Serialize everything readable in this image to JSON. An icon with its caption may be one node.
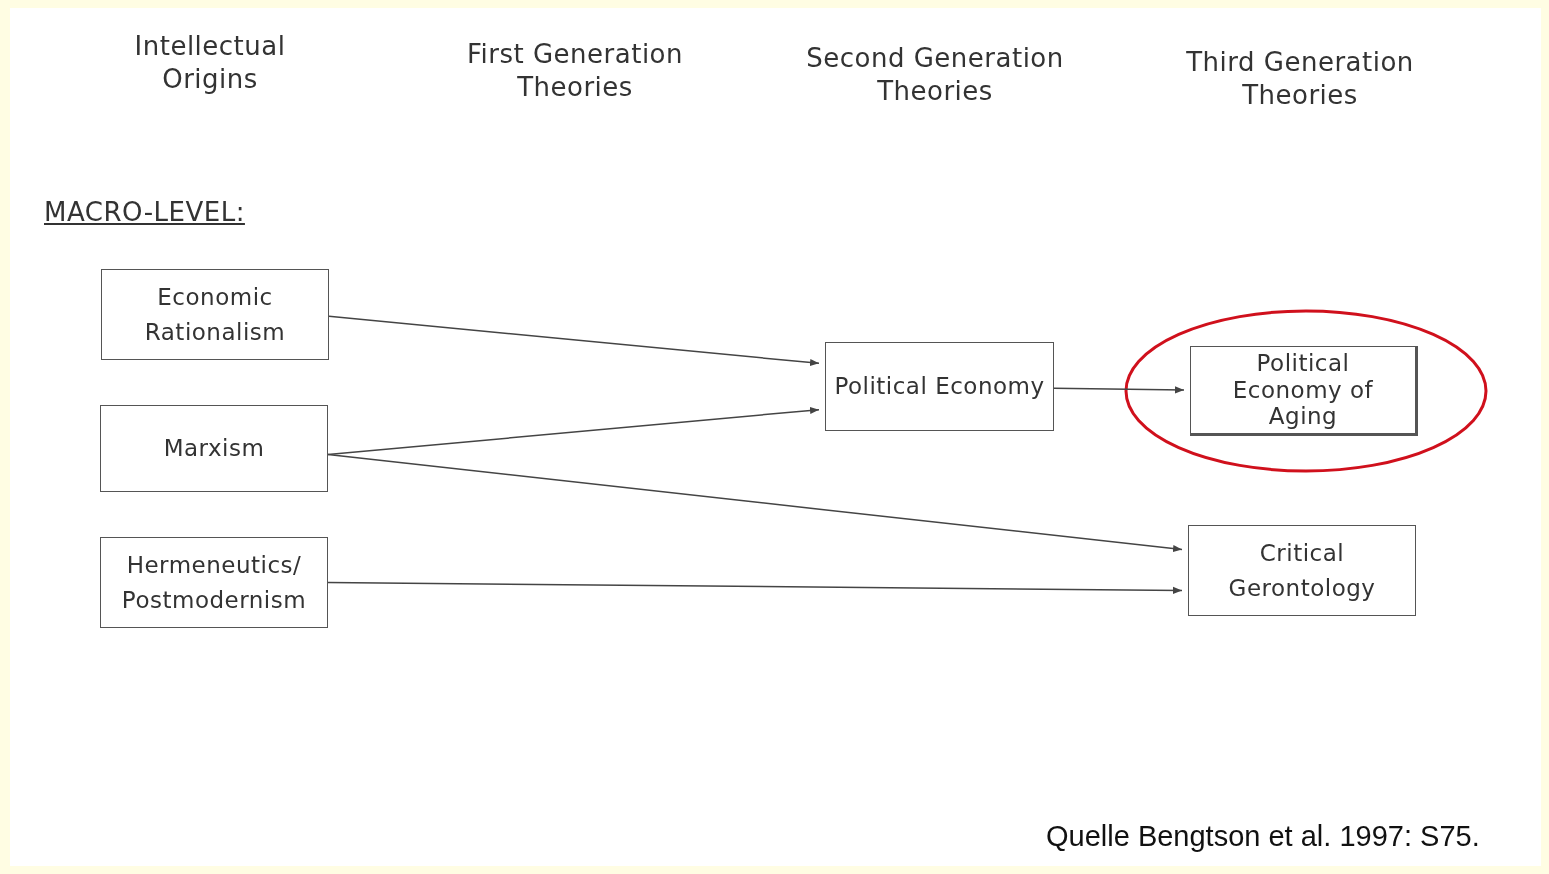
{
  "diagram": {
    "caption": "Quelle Bengtson et al. 1997: S75.",
    "nodes": [
      {
        "text": [
          "Economic Rationalism"
        ]
      },
      {
        "text": [
          "Marxism"
        ]
      },
      {
        "text": [
          "Hermeneutics/ Postmodernism"
        ]
      },
      {
        "text": [
          "Political Economy"
        ]
      },
      {
        "text": [
          "Political Economy of Aging"
        ]
      },
      {
        "text": [
          "Critical Gerontology"
        ]
      }
    ],
    "edges": [
      {
        "from": 0,
        "to": 3,
        "arrow": "to"
      },
      {
        "from": 1,
        "to": 3,
        "arrow": "to"
      },
      {
        "from": 3,
        "to": 4,
        "arrow": "to"
      },
      {
        "from": 1,
        "to": 5,
        "arrow": "to"
      },
      {
        "from": 2,
        "to": 5,
        "arrow": "to"
      }
    ],
    "labels": [
      "Intellectual Origins",
      "First Generation Theories",
      "Second Generation Theories",
      "Third Generation Theories",
      "MACRO-LEVEL:"
    ]
  }
}
